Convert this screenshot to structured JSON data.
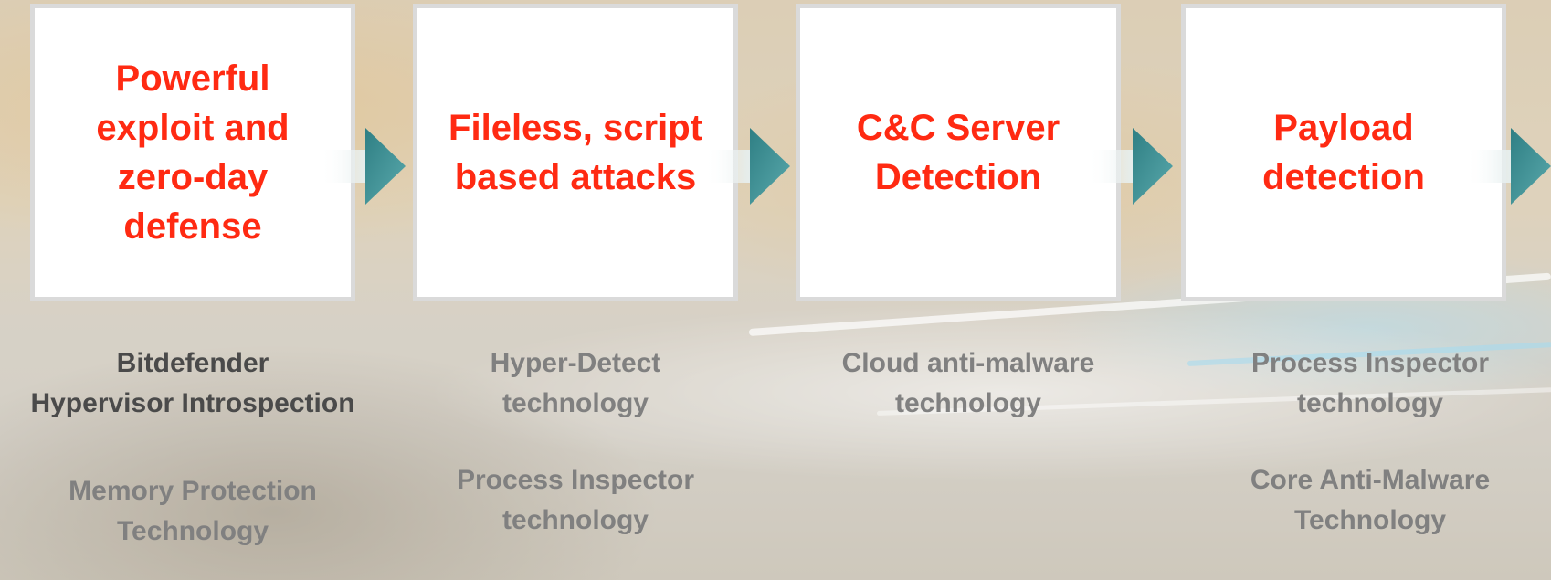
{
  "colors": {
    "title_red": "#ff2a12",
    "box_border": "#dadada",
    "arrow_teal": "#3d8f93",
    "text_dark": "#4a4a4a",
    "text_gray": "#808080"
  },
  "stages": [
    {
      "title": "Powerful\nexploit and\nzero-day\ndefense",
      "technologies": [
        "Bitdefender\nHypervisor Introspection",
        "Memory Protection\nTechnology"
      ]
    },
    {
      "title": "Fileless, script\nbased attacks",
      "technologies": [
        "Hyper-Detect\ntechnology",
        "Process Inspector\ntechnology"
      ]
    },
    {
      "title": "C&C Server\nDetection",
      "technologies": [
        "Cloud anti-malware\ntechnology"
      ]
    },
    {
      "title": "Payload\ndetection",
      "technologies": [
        "Process Inspector\ntechnology",
        "Core Anti-Malware\nTechnology"
      ]
    }
  ]
}
